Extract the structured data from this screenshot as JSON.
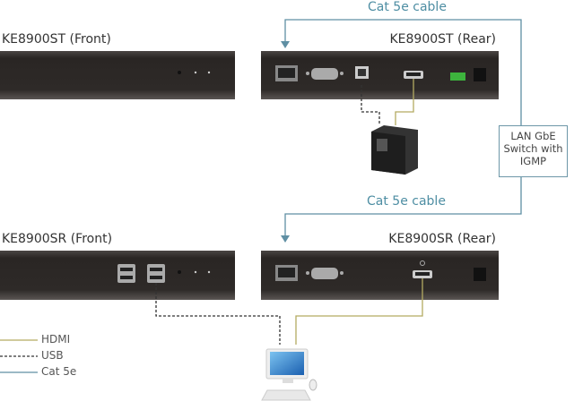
{
  "devices": {
    "st_front": "KE8900ST (Front)",
    "st_rear": "KE8900ST (Rear)",
    "sr_front": "KE8900SR (Front)",
    "sr_rear": "KE8900SR (Rear)"
  },
  "cables": {
    "top": "Cat 5e cable",
    "bottom": "Cat 5e cable"
  },
  "switch": {
    "line1": "LAN GbE",
    "line2": "Switch with",
    "line3": "IGMP"
  },
  "legend": [
    {
      "label": "HDMI",
      "color": "#b3aa62",
      "style": "solid"
    },
    {
      "label": "USB",
      "color": "#333333",
      "style": "dashed"
    },
    {
      "label": "Cat 5e",
      "color": "#5f8fa3",
      "style": "solid"
    }
  ],
  "colors": {
    "cat5e": "#5f8fa3",
    "hdmi": "#b3aa62",
    "usb": "#333333",
    "device": "#2e2a28"
  }
}
